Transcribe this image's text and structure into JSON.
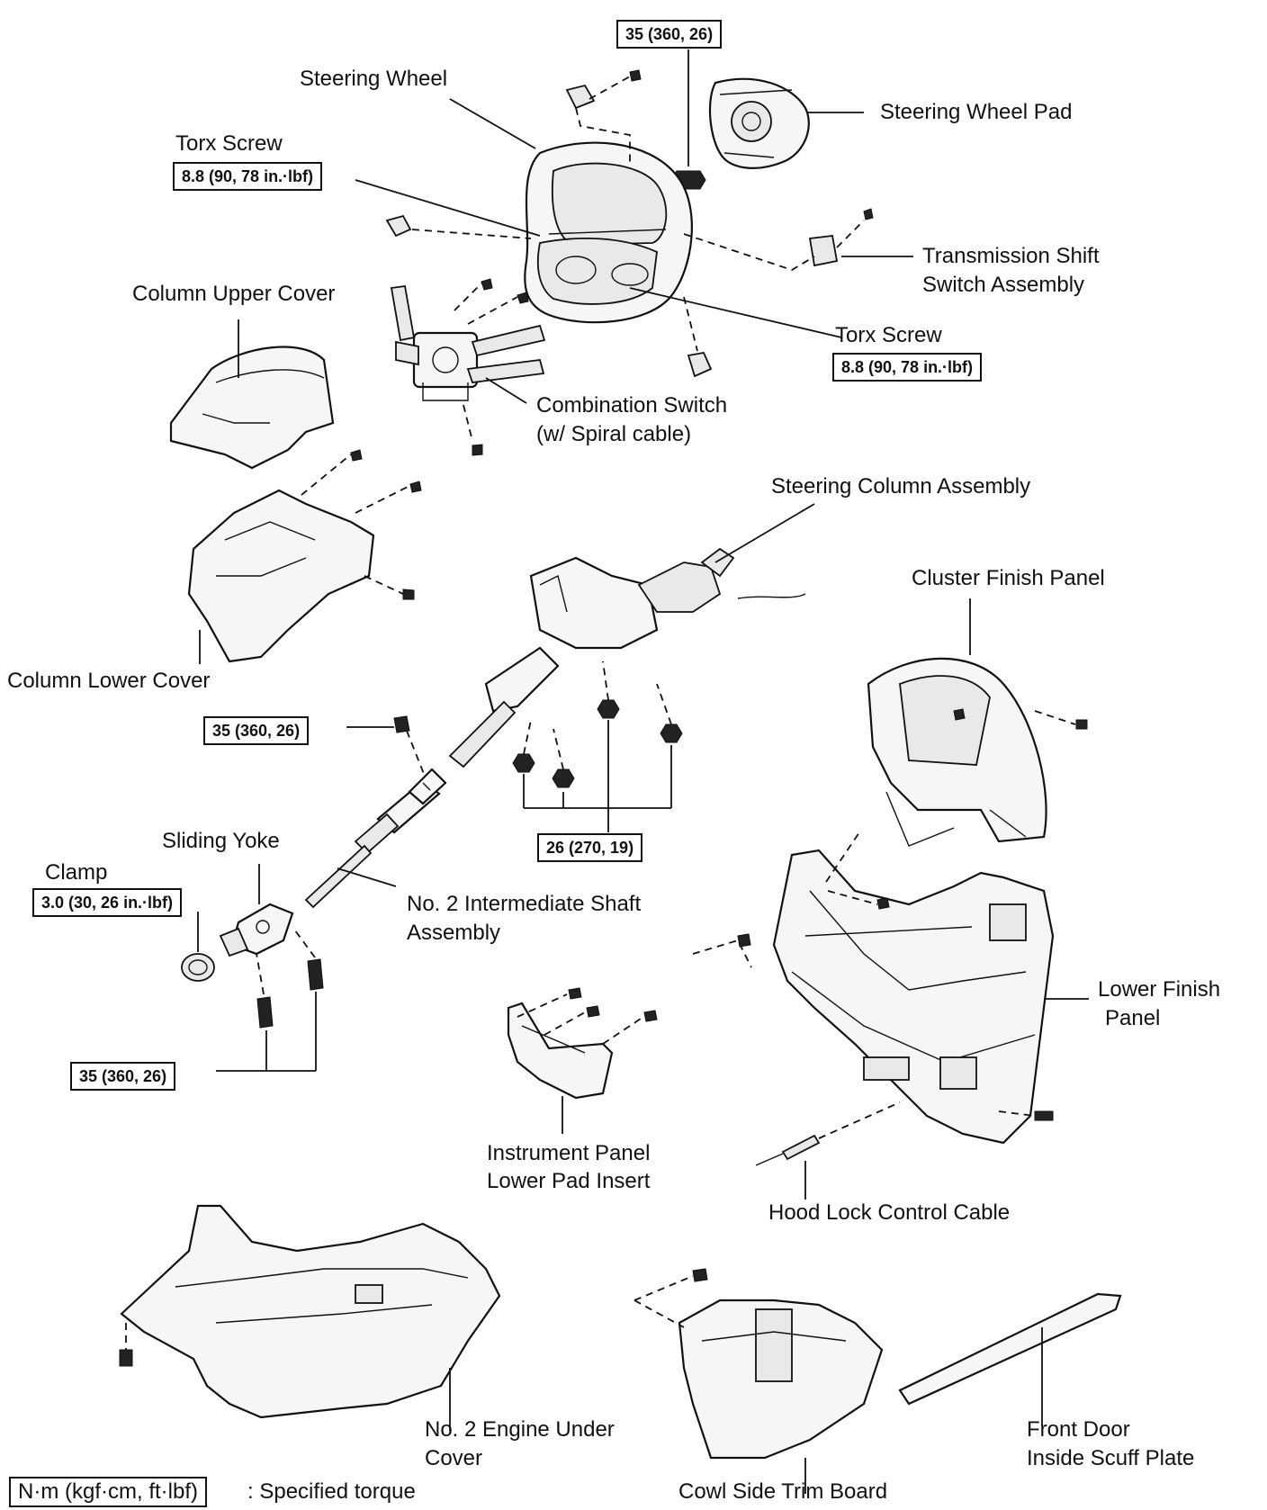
{
  "legend": {
    "unit_box": "N·m (kgf·cm, ft·lbf)",
    "meaning": ": Specified torque"
  },
  "labels": {
    "steering_wheel": "Steering Wheel",
    "steering_wheel_pad": "Steering Wheel Pad",
    "torx_screw": "Torx Screw",
    "transmission_shift_l1": "Transmission Shift",
    "transmission_shift_l2": "Switch Assembly",
    "column_upper_cover": "Column Upper Cover",
    "combination_switch_l1": "Combination Switch",
    "combination_switch_l2": "(w/ Spiral cable)",
    "steering_column_assembly": "Steering Column Assembly",
    "cluster_finish_panel": "Cluster Finish Panel",
    "column_lower_cover": "Column Lower Cover",
    "sliding_yoke": "Sliding Yoke",
    "clamp": "Clamp",
    "intermediate_shaft_l1": "No. 2 Intermediate Shaft",
    "intermediate_shaft_l2": "Assembly",
    "lower_finish_panel_l1": "Lower Finish",
    "lower_finish_panel_l2": "Panel",
    "instrument_panel_l1": "Instrument Panel",
    "instrument_panel_l2": "Lower Pad Insert",
    "hood_lock_cable": "Hood Lock Control Cable",
    "engine_under_cover_l1": "No. 2 Engine Under",
    "engine_under_cover_l2": "Cover",
    "front_door_l1": "Front Door",
    "front_door_l2": "Inside Scuff Plate",
    "cowl_side_trim": "Cowl Side Trim Board"
  },
  "torque": {
    "wheel_nut": "35 (360, 26)",
    "torx_left": "8.8 (90, 78 in.·lbf)",
    "torx_right": "8.8 (90, 78 in.·lbf)",
    "column_bolt": "35 (360, 26)",
    "column_nuts": "26 (270, 19)",
    "clamp": "3.0 (30, 26 in.·lbf)",
    "yoke_bolts": "35 (360, 26)"
  }
}
